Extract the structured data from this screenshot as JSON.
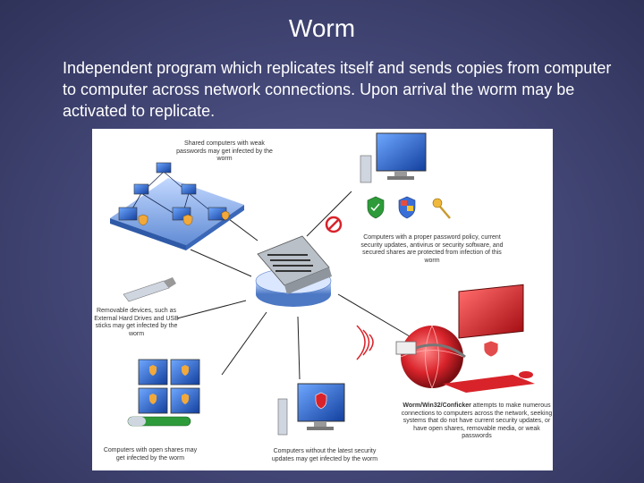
{
  "slide": {
    "title": "Worm",
    "body": "Independent program which replicates itself and sends copies from computer to computer across network connections.  Upon arrival the worm may be activated to replicate."
  },
  "diagram": {
    "labels": {
      "shared_weak": "Shared computers with weak passwords may get infected by the worm",
      "protected": "Computers with a proper password policy, current security updates, antivirus or security software, and secured shares are protected from infection of this worm",
      "removable": "Removable devices, such as External Hard Drives and USB sticks may get infected by the worm",
      "conficker_bold": "Worm/Win32/Conficker",
      "conficker_rest": " attempts to make numerous connections to computers across the network, seeking systems that do not have current security updates, or have open shares, removable media, or weak passwords",
      "open_shares": "Computers with open shares may get infected by the worm",
      "no_updates": "Computers without the latest security updates may get infected by the worm"
    },
    "colors": {
      "accent_red": "#d8232a",
      "monitor_blue": "#1f56c8",
      "shield_green": "#2e9b3a"
    }
  }
}
